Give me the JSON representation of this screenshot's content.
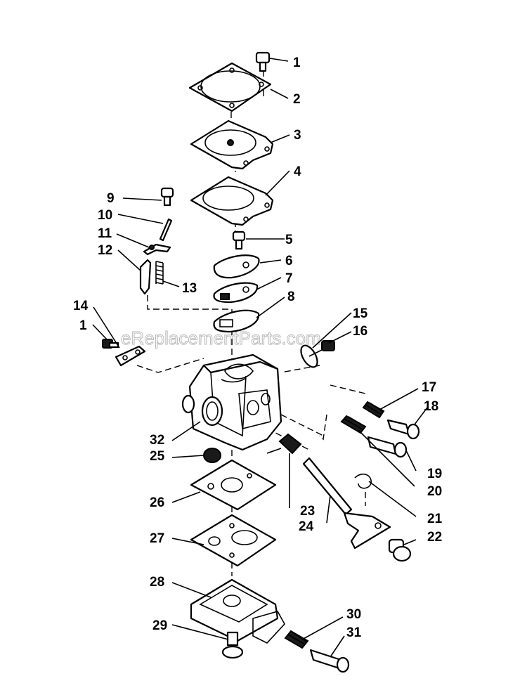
{
  "watermark": "eReplacementParts.com",
  "callouts": [
    "1",
    "2",
    "3",
    "4",
    "5",
    "6",
    "7",
    "8",
    "9",
    "10",
    "11",
    "12",
    "13",
    "14",
    "1",
    "15",
    "16",
    "17",
    "18",
    "19",
    "20",
    "21",
    "22",
    "23",
    "24",
    "25",
    "26",
    "27",
    "28",
    "29",
    "30",
    "31",
    "32"
  ]
}
